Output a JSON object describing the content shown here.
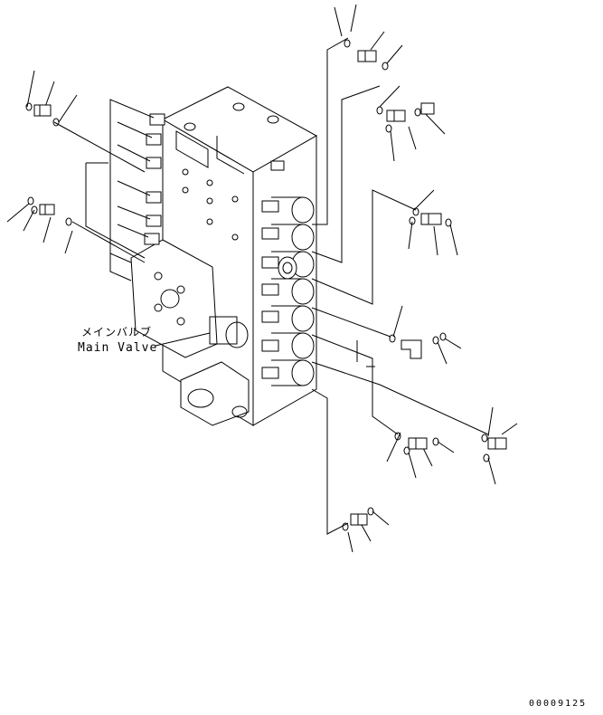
{
  "labels": {
    "part_name_jp": "メインバルブ",
    "part_name_en": "Main Valve",
    "drawing_id": "00009125"
  }
}
